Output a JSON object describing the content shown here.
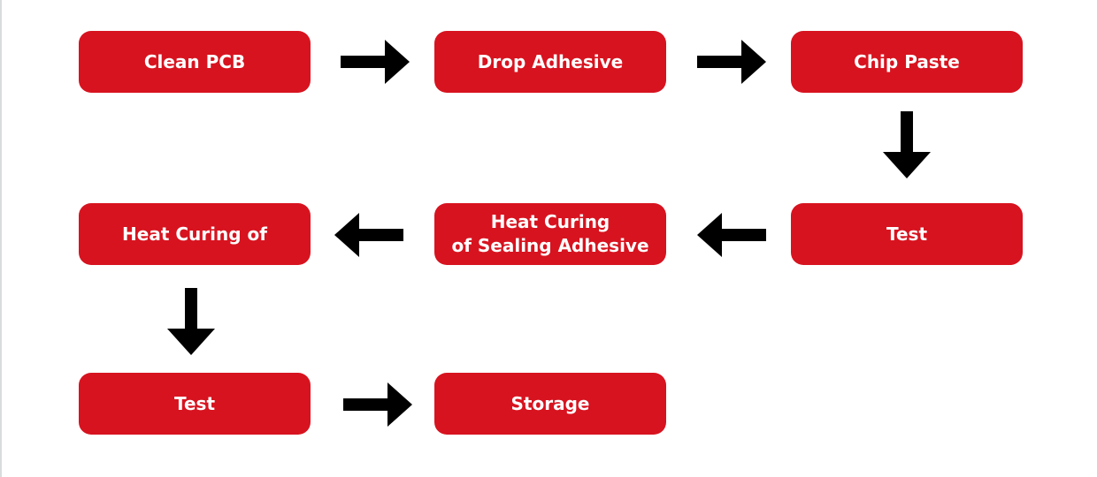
{
  "colors": {
    "box": "#d7131f",
    "box_text": "#ffffff",
    "arrow": "#000000",
    "background": "#ffffff"
  },
  "steps": [
    {
      "label": "Clean PCB"
    },
    {
      "label": "Drop Adhesive"
    },
    {
      "label": "Chip Paste"
    },
    {
      "label": "Test"
    },
    {
      "label": "Heat Curing\nof Sealing Adhesive"
    },
    {
      "label": "Heat Curing of"
    },
    {
      "label": "Test"
    },
    {
      "label": "Storage"
    }
  ],
  "arrows": [
    {
      "from": "Clean PCB",
      "to": "Drop Adhesive",
      "direction": "right"
    },
    {
      "from": "Drop Adhesive",
      "to": "Chip Paste",
      "direction": "right"
    },
    {
      "from": "Chip Paste",
      "to": "Test",
      "direction": "down"
    },
    {
      "from": "Test",
      "to": "Heat Curing of Sealing Adhesive",
      "direction": "left"
    },
    {
      "from": "Heat Curing of Sealing Adhesive",
      "to": "Heat Curing of",
      "direction": "left"
    },
    {
      "from": "Heat Curing of",
      "to": "Test",
      "direction": "down"
    },
    {
      "from": "Test",
      "to": "Storage",
      "direction": "right"
    }
  ]
}
